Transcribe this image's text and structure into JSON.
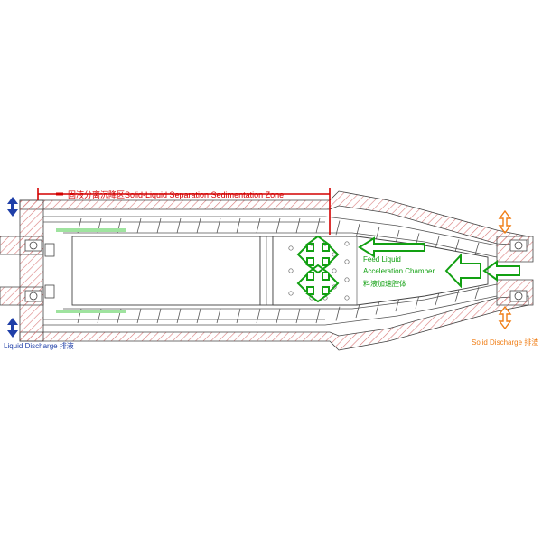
{
  "labels": {
    "zone": "固液分离沉降区Solid-Liquid Separation Sedimentation Zone",
    "feed_line1": "Feed Liquid",
    "feed_line2": "Acceleration Chamber",
    "feed_line3": "料液加速腔体",
    "liquid_discharge": "Liquid Discharge 排液",
    "solid_discharge": "Solid Discharge 排渣"
  },
  "colors": {
    "outline": "#444444",
    "hatch": "#d87a7a",
    "zone_label": "#d40000",
    "feed_arrow": "#12a012",
    "feed_text": "#12a012",
    "liquid_arrow": "#1f3fa8",
    "liquid_text": "#1f3fa8",
    "solid_arrow": "#f07d14",
    "solid_text": "#f07d14",
    "pond_highlight": "#9fe39f"
  },
  "icons": {
    "liquid_outlet": "double-arrow-vertical-icon",
    "solid_outlet": "double-arrow-vertical-icon",
    "feed_flow": "arrow-left-icon",
    "acceleration_flow": "cross-arrow-icon"
  }
}
